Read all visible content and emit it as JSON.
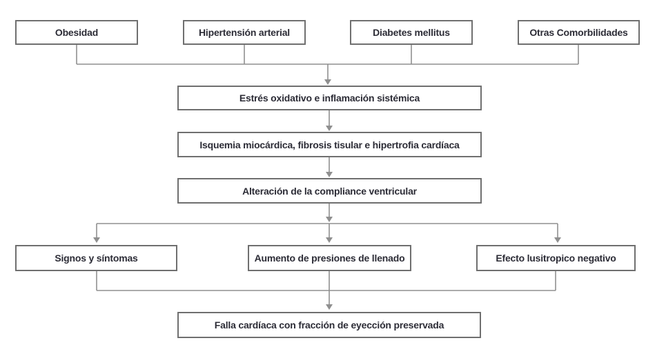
{
  "colors": {
    "box_border": "#6f6f6f",
    "connector": "#8f8f8f",
    "text": "#2c2c36",
    "background": "#ffffff"
  },
  "nodes": {
    "obesidad": {
      "label": "Obesidad"
    },
    "hipertension": {
      "label": "Hipertensión arterial"
    },
    "diabetes": {
      "label": "Diabetes mellitus"
    },
    "otras": {
      "label": "Otras Comorbilidades"
    },
    "estres": {
      "label": "Estrés oxidativo e inflamación sistémica"
    },
    "isquemia": {
      "label": "Isquemia miocárdica, fibrosis tisular e hipertrofia cardíaca"
    },
    "alteracion": {
      "label": "Alteración de la compliance ventricular"
    },
    "signos": {
      "label": "Signos y síntomas"
    },
    "aumento": {
      "label": "Aumento de presiones de llenado"
    },
    "efecto": {
      "label": "Efecto lusitropico negativo"
    },
    "falla": {
      "label": "Falla cardíaca con fracción de eyección preservada"
    }
  },
  "edges": [
    {
      "from": "obesidad",
      "to": "estres"
    },
    {
      "from": "hipertension",
      "to": "estres"
    },
    {
      "from": "diabetes",
      "to": "estres"
    },
    {
      "from": "otras",
      "to": "estres"
    },
    {
      "from": "estres",
      "to": "isquemia"
    },
    {
      "from": "isquemia",
      "to": "alteracion"
    },
    {
      "from": "alteracion",
      "to": "signos"
    },
    {
      "from": "alteracion",
      "to": "aumento"
    },
    {
      "from": "alteracion",
      "to": "efecto"
    },
    {
      "from": "signos",
      "to": "falla"
    },
    {
      "from": "aumento",
      "to": "falla"
    },
    {
      "from": "efecto",
      "to": "falla"
    }
  ]
}
